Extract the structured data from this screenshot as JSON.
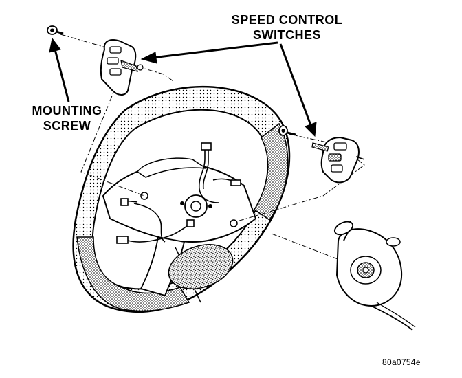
{
  "callouts": {
    "speed_control": {
      "line1": "SPEED CONTROL",
      "line2": "SWITCHES"
    },
    "mounting_screw": {
      "line1": "MOUNTING",
      "line2": "SCREW"
    }
  },
  "figure_id": "80a0754e",
  "colors": {
    "ink": "#000000",
    "paper": "#ffffff",
    "shade": "#6f6f6f"
  }
}
